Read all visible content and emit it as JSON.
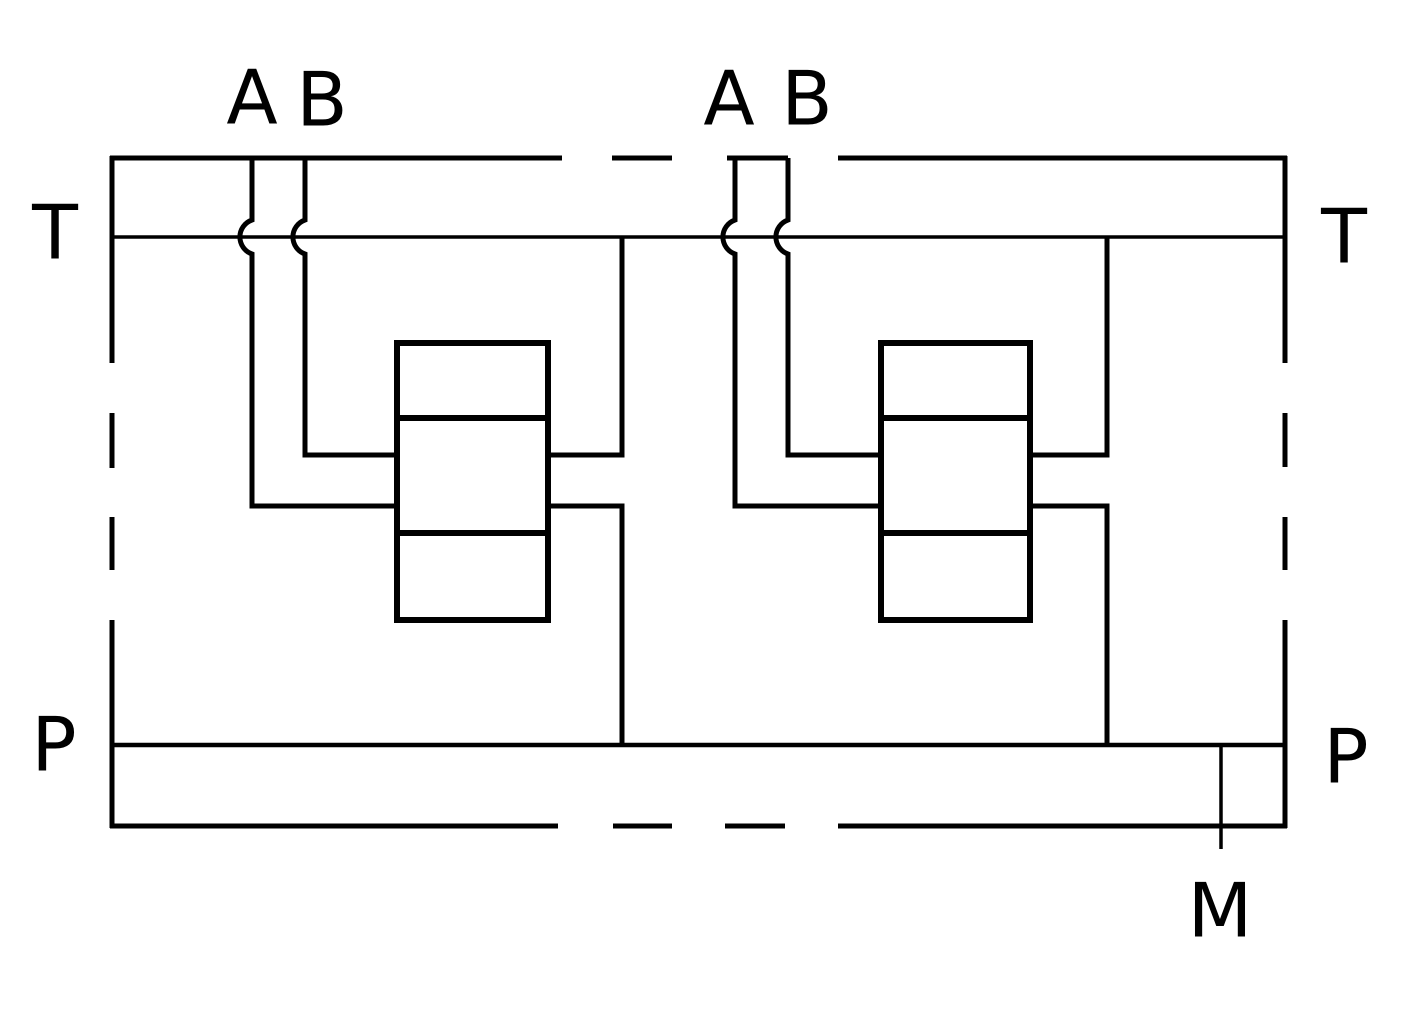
{
  "diagram": {
    "description": "Hydraulic monoblock valve schematic with two spool sections",
    "colors": {
      "line": "#000000",
      "background": "#ffffff"
    },
    "labels": {
      "section1": {
        "a": "A",
        "b": "B"
      },
      "section2": {
        "a": "A",
        "b": "B"
      },
      "tank_left": "T",
      "tank_right": "T",
      "pressure_left": "P",
      "pressure_right": "P",
      "gauge": "M"
    }
  }
}
